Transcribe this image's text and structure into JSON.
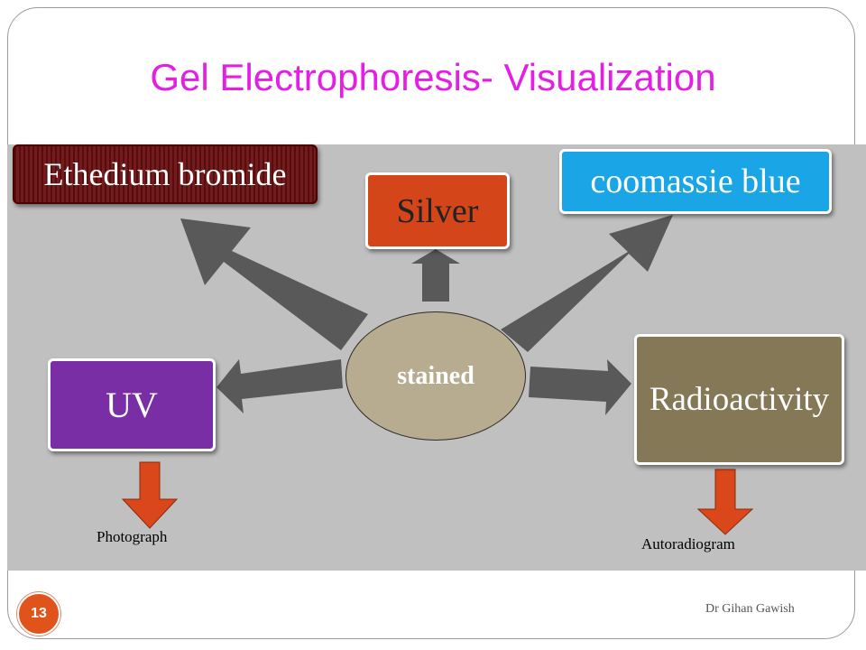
{
  "slide": {
    "title": "Gel Electrophoresis- Visualization",
    "page_number": "13",
    "author": "Dr Gihan Gawish"
  },
  "diagram": {
    "center": "stained",
    "methods": [
      {
        "label": "Ethedium bromide",
        "color": "#6a0e10"
      },
      {
        "label": "Silver",
        "color": "#d4461a"
      },
      {
        "label": "coomassie blue",
        "color": "#1aa6e6"
      },
      {
        "label": "UV",
        "color": "#7a2ea6"
      },
      {
        "label": "Radioactivity",
        "color": "#857856"
      }
    ],
    "outputs": [
      {
        "label": "Photograph"
      },
      {
        "label": "Autoradiogram"
      }
    ],
    "arrow_color": "#595959",
    "output_arrow_color": "#d9471b"
  }
}
